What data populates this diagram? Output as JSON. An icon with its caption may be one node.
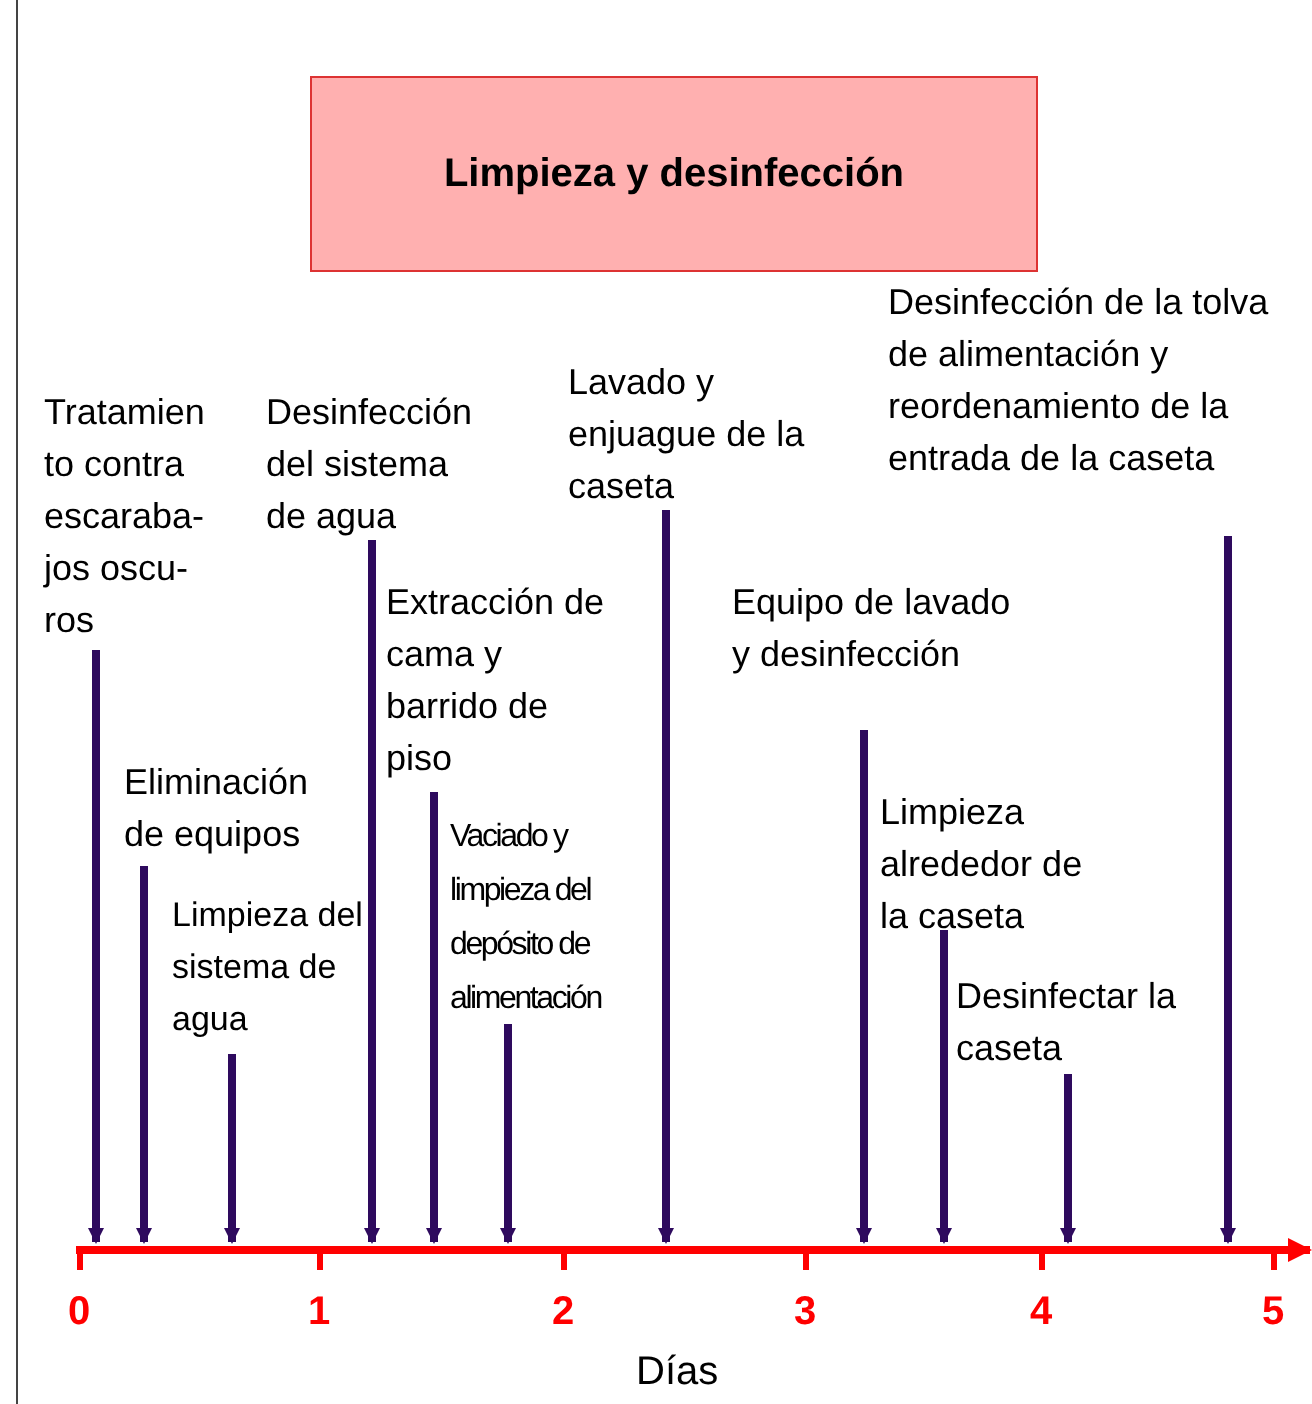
{
  "diagram": {
    "nodes": [
      {
        "text": [
          "Limpieza y desinfección"
        ]
      },
      {
        "text": [
          "Tratamien to contra escaraba- jos oscu- ros"
        ]
      },
      {
        "text": [
          "Eliminación de equipos"
        ]
      },
      {
        "text": [
          "Limpieza del sistema de agua"
        ]
      },
      {
        "text": [
          "Desinfección del sistema de agua"
        ]
      },
      {
        "text": [
          "Extracción de cama y barrido de piso"
        ]
      },
      {
        "text": [
          "Vaciado y limpieza del depósito de alimentación"
        ]
      },
      {
        "text": [
          "Lavado y enjuague de la caseta"
        ]
      },
      {
        "text": [
          "Equipo de lavado y desinfección"
        ]
      },
      {
        "text": [
          "Limpieza alrededor de la caseta"
        ]
      },
      {
        "text": [
          "Desinfectar la caseta"
        ]
      },
      {
        "text": [
          "Desinfección de la tolva de alimentación y reordenamiento de la entrada de la caseta"
        ]
      },
      {
        "text": [],
        "shape": "bar"
      }
    ],
    "edges": [
      {
        "from": 1,
        "to": 12,
        "arrow": "to"
      },
      {
        "from": 2,
        "to": 12,
        "arrow": "to"
      },
      {
        "from": 3,
        "to": 12,
        "arrow": "to"
      },
      {
        "from": 4,
        "to": 12,
        "arrow": "to"
      },
      {
        "from": 5,
        "to": 12,
        "arrow": "to"
      },
      {
        "from": 6,
        "to": 12,
        "arrow": "to"
      },
      {
        "from": 7,
        "to": 12,
        "arrow": "to"
      },
      {
        "from": 8,
        "to": 12,
        "arrow": "to"
      },
      {
        "from": 9,
        "to": 12,
        "arrow": "to"
      },
      {
        "from": 10,
        "to": 12,
        "arrow": "to"
      },
      {
        "from": 11,
        "to": 12,
        "arrow": "to"
      }
    ],
    "labels": [
      "0",
      "1",
      "2",
      "3",
      "4",
      "5",
      "Días"
    ]
  }
}
